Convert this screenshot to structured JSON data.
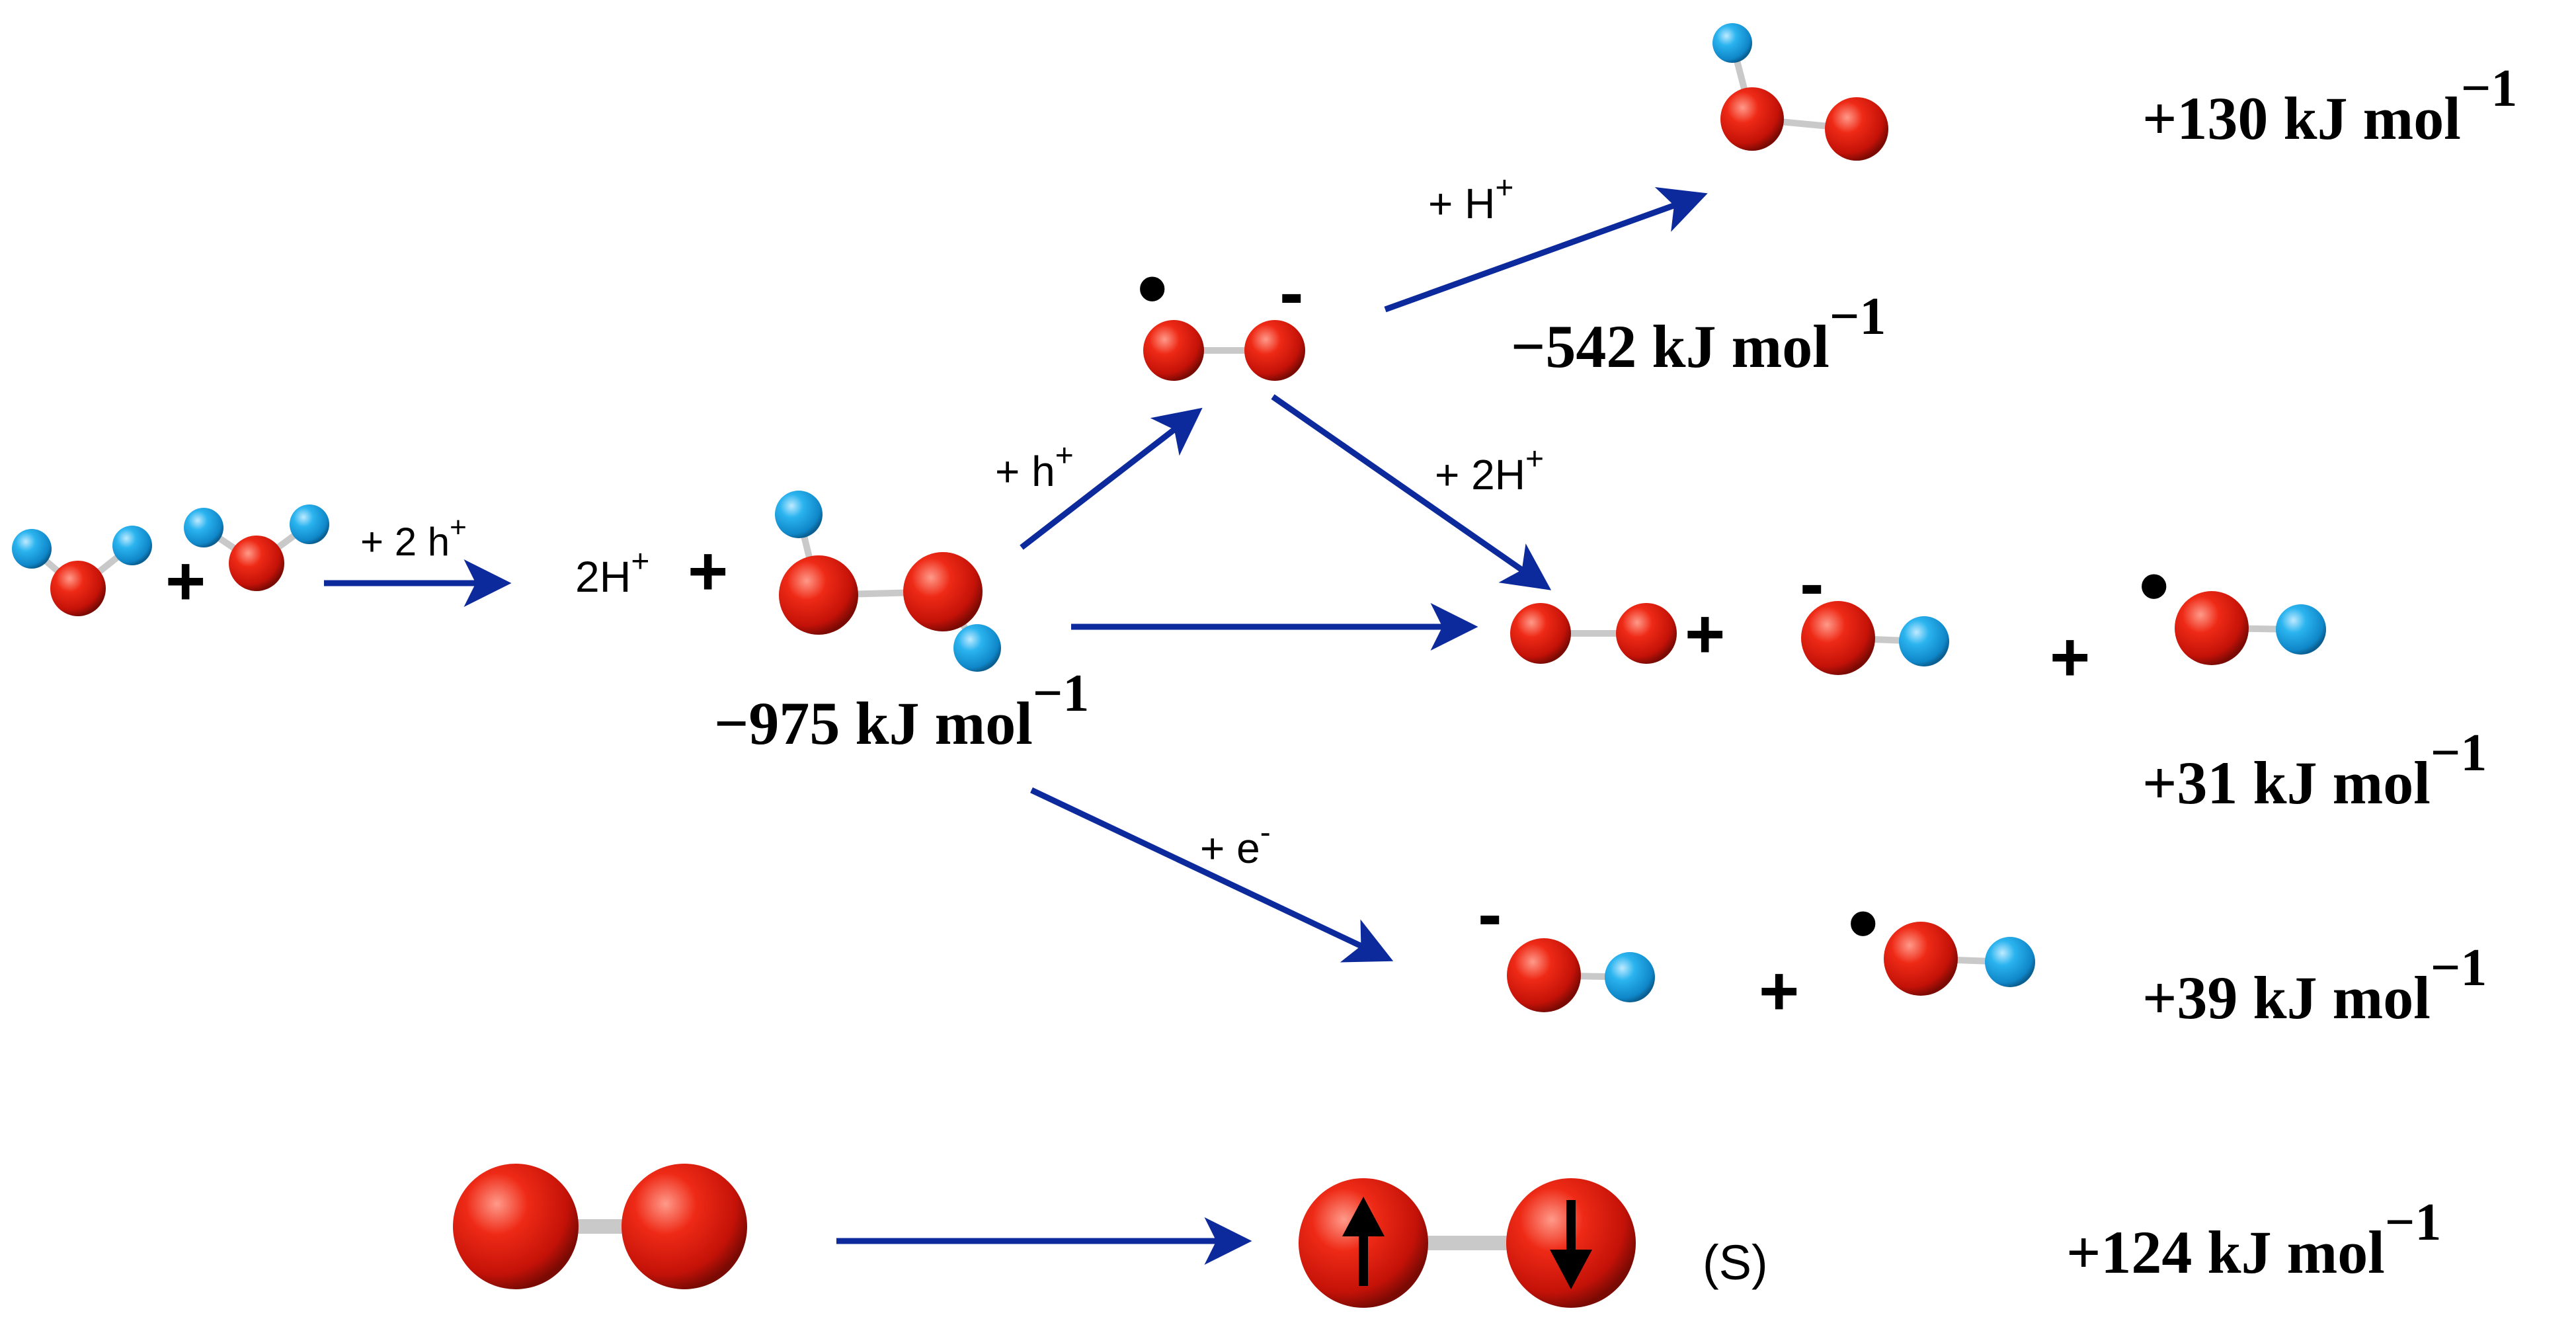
{
  "colors": {
    "oxygen": "#e0180c",
    "hydrogen": "#1aa6e6",
    "bond": "#c9c9c9",
    "arrow": "#0d2a9c",
    "text": "#000000"
  },
  "reactions": {
    "start": {
      "plus": "+",
      "arrow_label": "+ 2 h",
      "arrow_label_sup": "+"
    },
    "peroxide": {
      "prefix": "2H",
      "prefix_sup": "+",
      "plus": "+",
      "energy": "−975 kJ mol",
      "energy_sup": "−1"
    },
    "superoxide_step": {
      "arrow_label": "+  h",
      "arrow_label_sup": "+",
      "radical_dot": "•",
      "charge": "-",
      "energy": "−542 kJ mol",
      "energy_sup": "−1"
    },
    "protonation": {
      "arrow_label": "+ H",
      "arrow_label_sup": "+",
      "energy": "+130 kJ mol",
      "energy_sup": "−1"
    },
    "dissociation": {
      "arrow_label": "+ 2H",
      "arrow_label_sup": "+",
      "plus_1": "+",
      "charge": "-",
      "plus_2": "+",
      "radical_dot": "•",
      "energy": "+31 kJ mol",
      "energy_sup": "−1"
    },
    "reduction": {
      "arrow_label": "+ e",
      "arrow_label_sup": "-",
      "charge": "-",
      "plus": "+",
      "radical_dot": "•",
      "energy": "+39 kJ mol",
      "energy_sup": "−1"
    },
    "singlet": {
      "state_label": "(S)",
      "energy": "+124 kJ mol",
      "energy_sup": "−1"
    }
  }
}
